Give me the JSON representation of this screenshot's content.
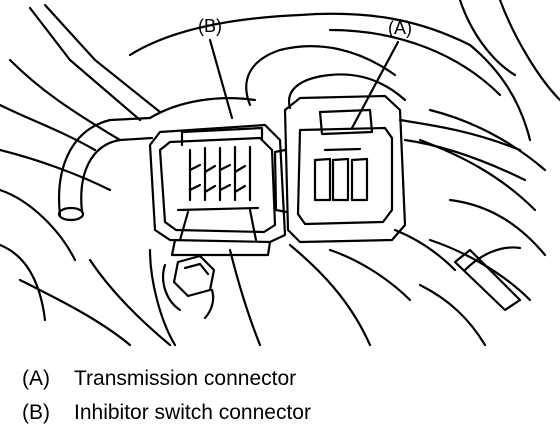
{
  "callouts": {
    "a": "(A)",
    "b": "(B)"
  },
  "legend": [
    {
      "key": "(A)",
      "text": "Transmission connector"
    },
    {
      "key": "(B)",
      "text": "Inhibitor switch connector"
    }
  ],
  "colors": {
    "ink": "#000000",
    "paper": "#ffffff"
  }
}
